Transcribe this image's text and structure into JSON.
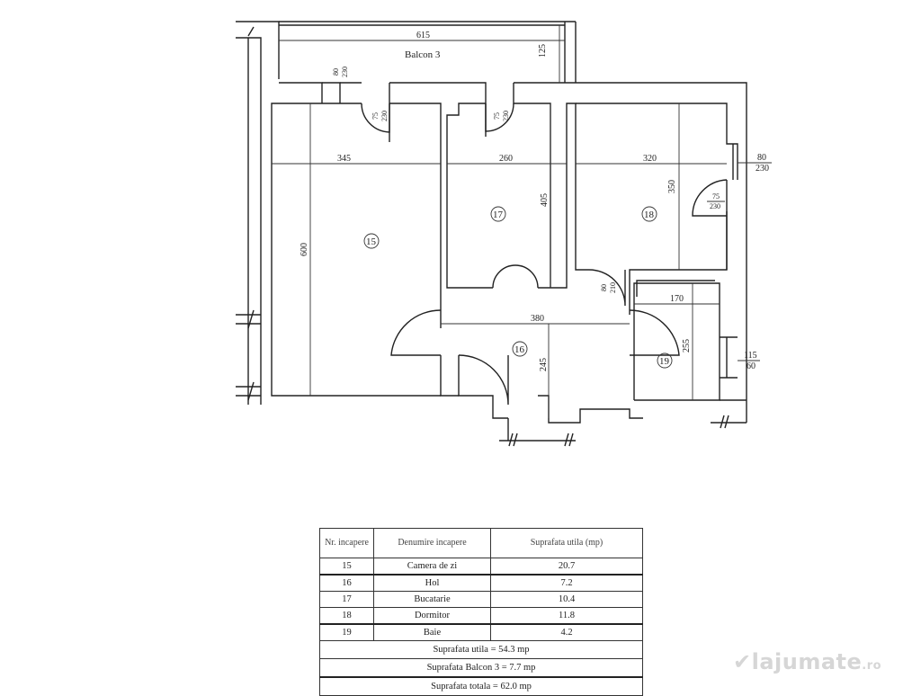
{
  "plan": {
    "balcony_label": "Balcon 3",
    "dimensions": {
      "balcony_width": "615",
      "balcony_depth": "125",
      "room15_width": "345",
      "room15_length": "600",
      "room17_width": "260",
      "room17_length": "405",
      "room18_width": "320",
      "room18_length": "350",
      "hall_width": "380",
      "hall_length": "245",
      "bath_width": "170",
      "bath_length": "255"
    },
    "openings": {
      "window_balcony": [
        "80",
        "230"
      ],
      "door_15": [
        "75",
        "230"
      ],
      "door_17": [
        "75",
        "230"
      ],
      "window_18": [
        "80",
        "230"
      ],
      "door_18": [
        "75",
        "230"
      ],
      "door_kitchen": [
        "80",
        "210"
      ],
      "window_19": [
        "115",
        "60"
      ]
    },
    "room_numbers": [
      "15",
      "16",
      "17",
      "18",
      "19"
    ]
  },
  "table": {
    "headers": [
      "Nr. incapere",
      "Denumire incapere",
      "Suprafata utila (mp)"
    ],
    "rows": [
      {
        "nr": "15",
        "name": "Camera de zi",
        "area": "20.7"
      },
      {
        "nr": "16",
        "name": "Hol",
        "area": "7.2"
      },
      {
        "nr": "17",
        "name": "Bucatarie",
        "area": "10.4"
      },
      {
        "nr": "18",
        "name": "Dormitor",
        "area": "11.8"
      },
      {
        "nr": "19",
        "name": "Baie",
        "area": "4.2"
      }
    ],
    "summary": [
      "Suprafata utila = 54.3 mp",
      "Suprafata Balcon 3 = 7.7 mp",
      "Suprafata totala = 62.0 mp"
    ]
  },
  "watermark": {
    "brand": "lajumate",
    "tld": ".ro"
  }
}
